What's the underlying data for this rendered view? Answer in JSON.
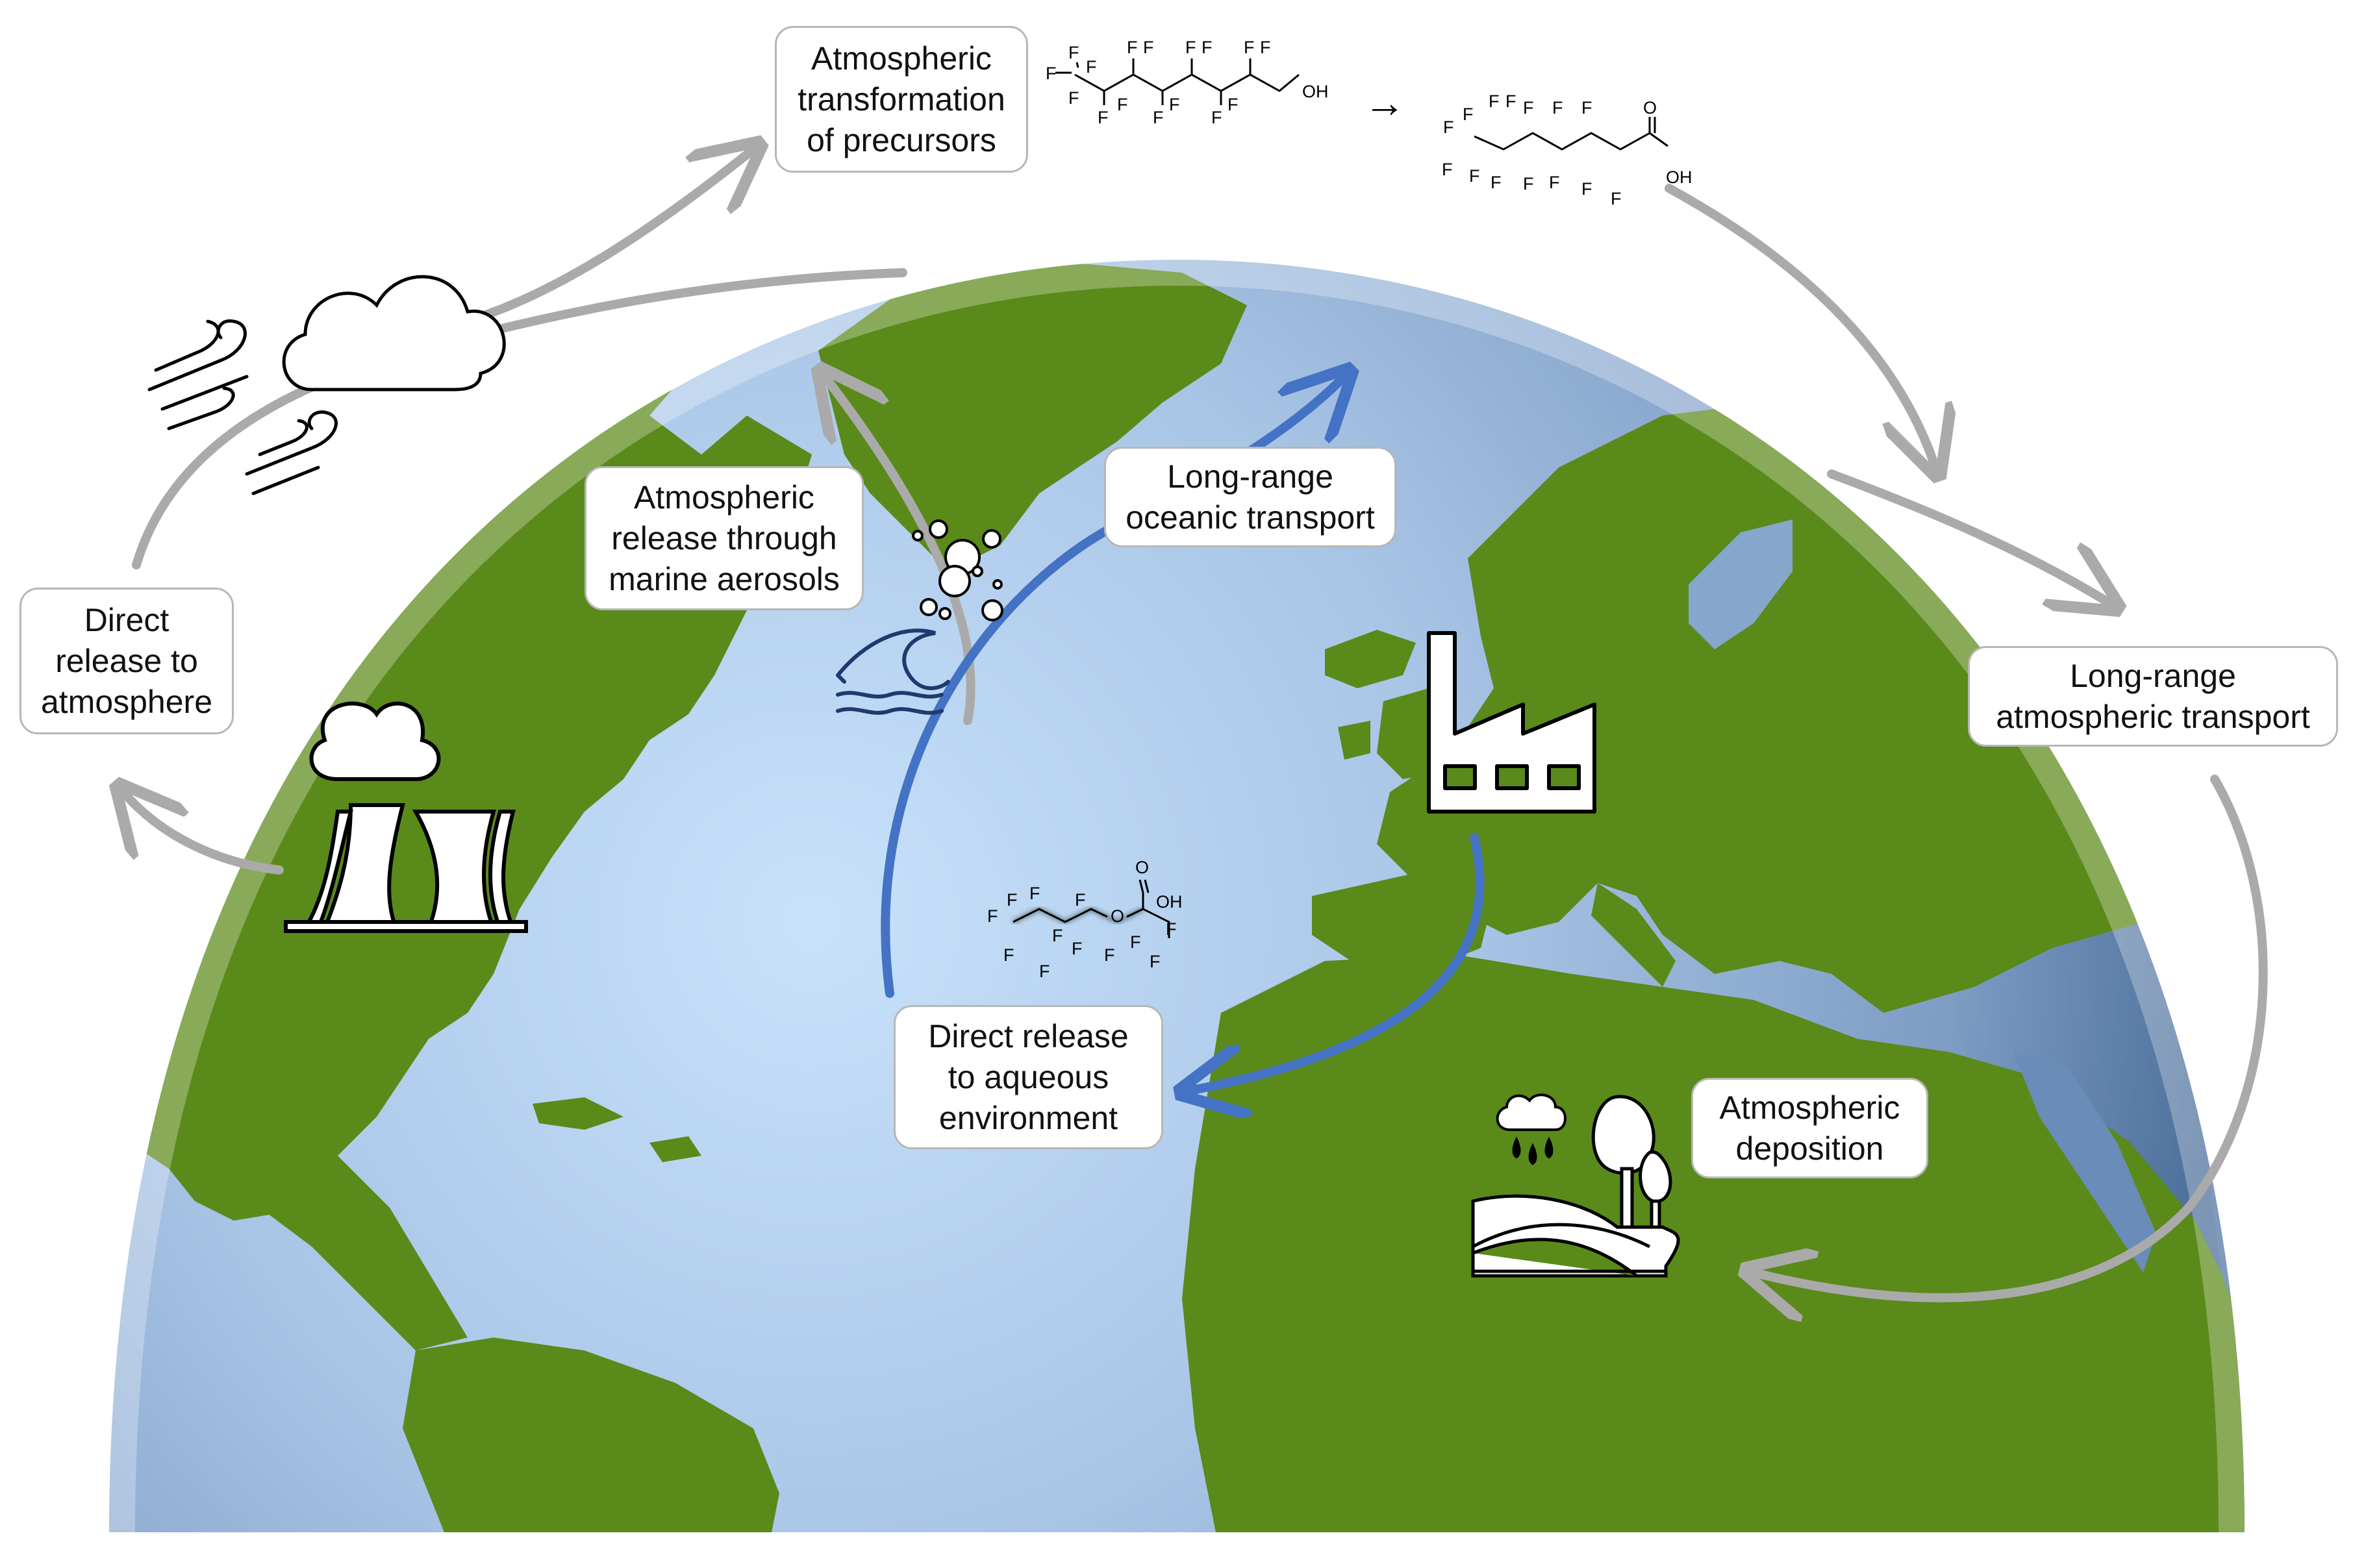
{
  "labels": {
    "direct_release_atmosphere": [
      "Direct",
      "release to",
      "atmosphere"
    ],
    "atmospheric_transformation": [
      "Atmospheric",
      "transformation",
      "of precursors"
    ],
    "marine_aerosols": [
      "Atmospheric",
      "release through",
      "marine aerosols"
    ],
    "oceanic_transport": [
      "Long-range",
      "oceanic transport"
    ],
    "long_range_atmospheric": [
      "Long-range",
      "atmospheric transport"
    ],
    "aqueous_release": [
      "Direct release",
      "to aqueous",
      "environment"
    ],
    "deposition": [
      "Atmospheric",
      "deposition"
    ]
  },
  "chemistry": {
    "fluorine": "F",
    "hydroxyl": "OH",
    "oxygen": "O",
    "transformation_arrow": "→"
  },
  "icons": [
    "power-plant-icon",
    "factory-icon",
    "cloud-icon",
    "wind-icon",
    "wave-icon",
    "bubbles-icon",
    "rain-cloud-icon",
    "tree-icon",
    "hills-icon"
  ],
  "colors": {
    "land": "#5a8a1a",
    "ocean_center": "#c8e2fb",
    "ocean_edge": "#4a6d98",
    "atmosphere_arrow": "#aaaaaa",
    "ocean_arrow": "#4472c4",
    "label_border": "#b7b7b7"
  }
}
